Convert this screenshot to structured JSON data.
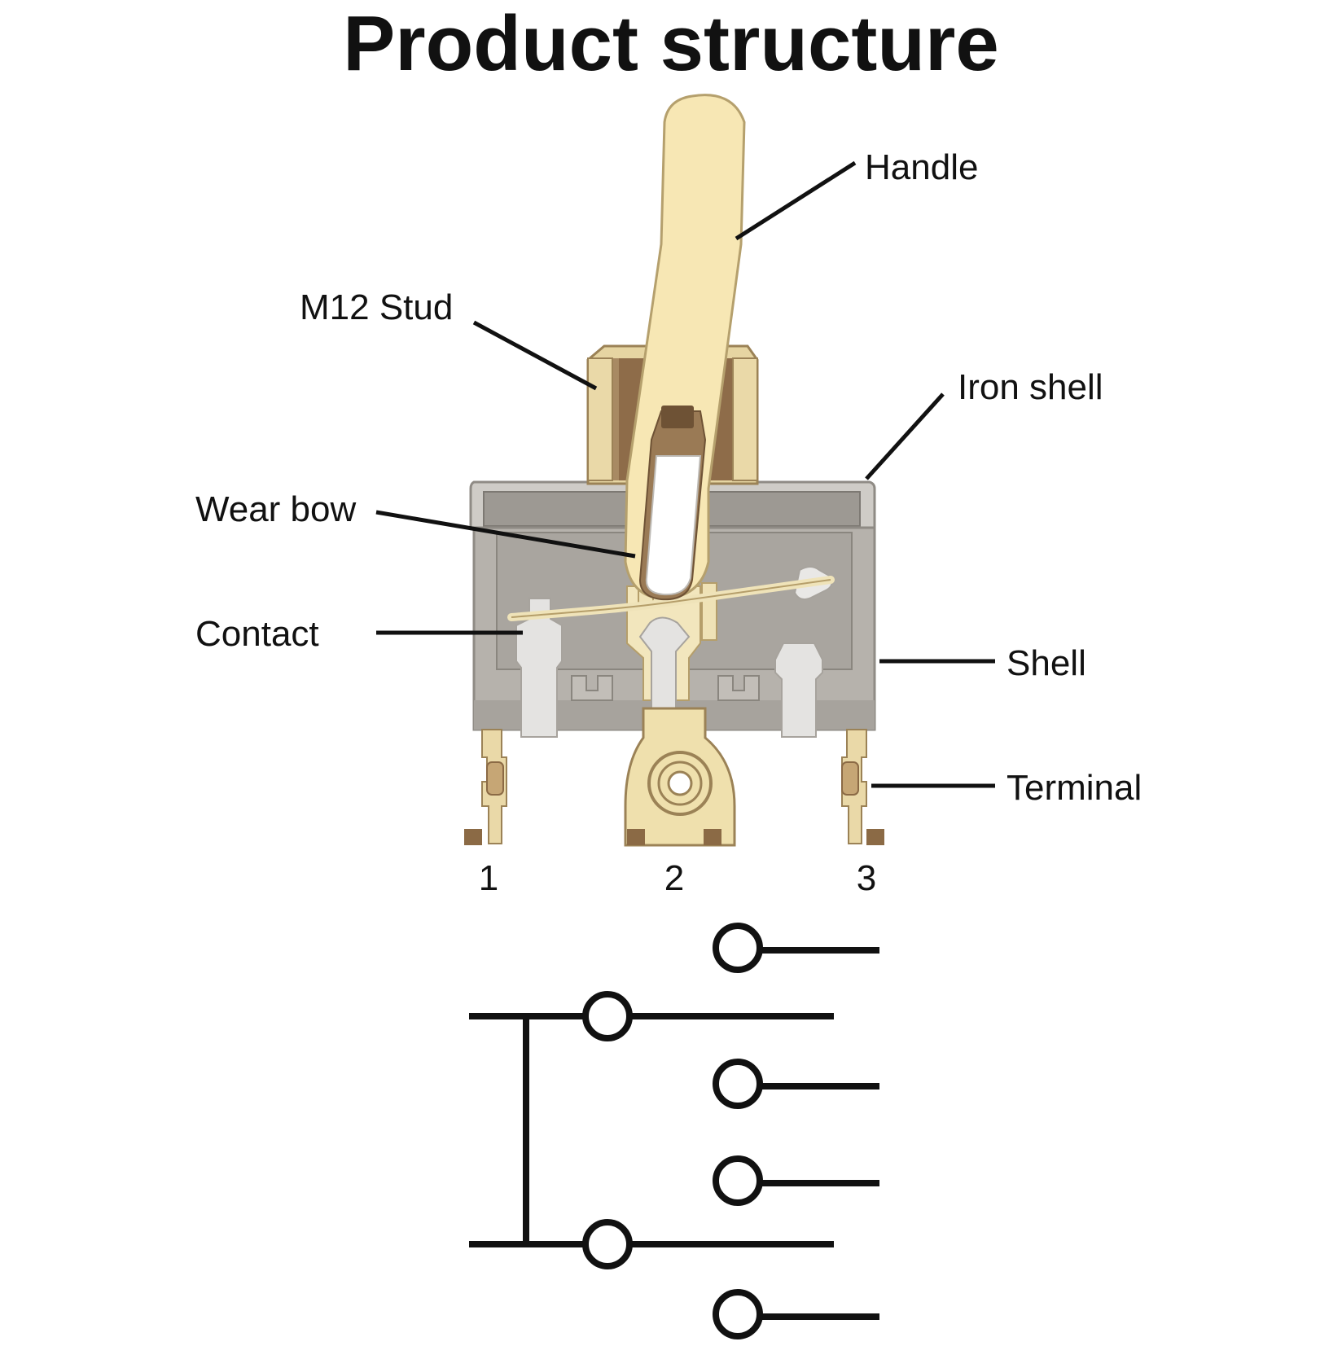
{
  "title": "Product structure",
  "labels": {
    "handle": "Handle",
    "m12_stud": "M12 Stud",
    "iron_shell": "Iron shell",
    "wear_bow": "Wear bow",
    "contact": "Contact",
    "shell": "Shell",
    "terminal": "Terminal"
  },
  "pins": [
    "1",
    "2",
    "3"
  ],
  "colors": {
    "handle": "#f7e7b4",
    "handle_outline": "#b5a06d",
    "brass": "#e9d9a6",
    "brass_dark": "#8b6a45",
    "shell_gray": "#b7b3ad",
    "shell_dark": "#8f8b85",
    "shell_light": "#d9d7d3",
    "line": "#111111"
  },
  "icons": [
    "toggle-switch-cross-section",
    "dpdt-switch-schematic"
  ]
}
